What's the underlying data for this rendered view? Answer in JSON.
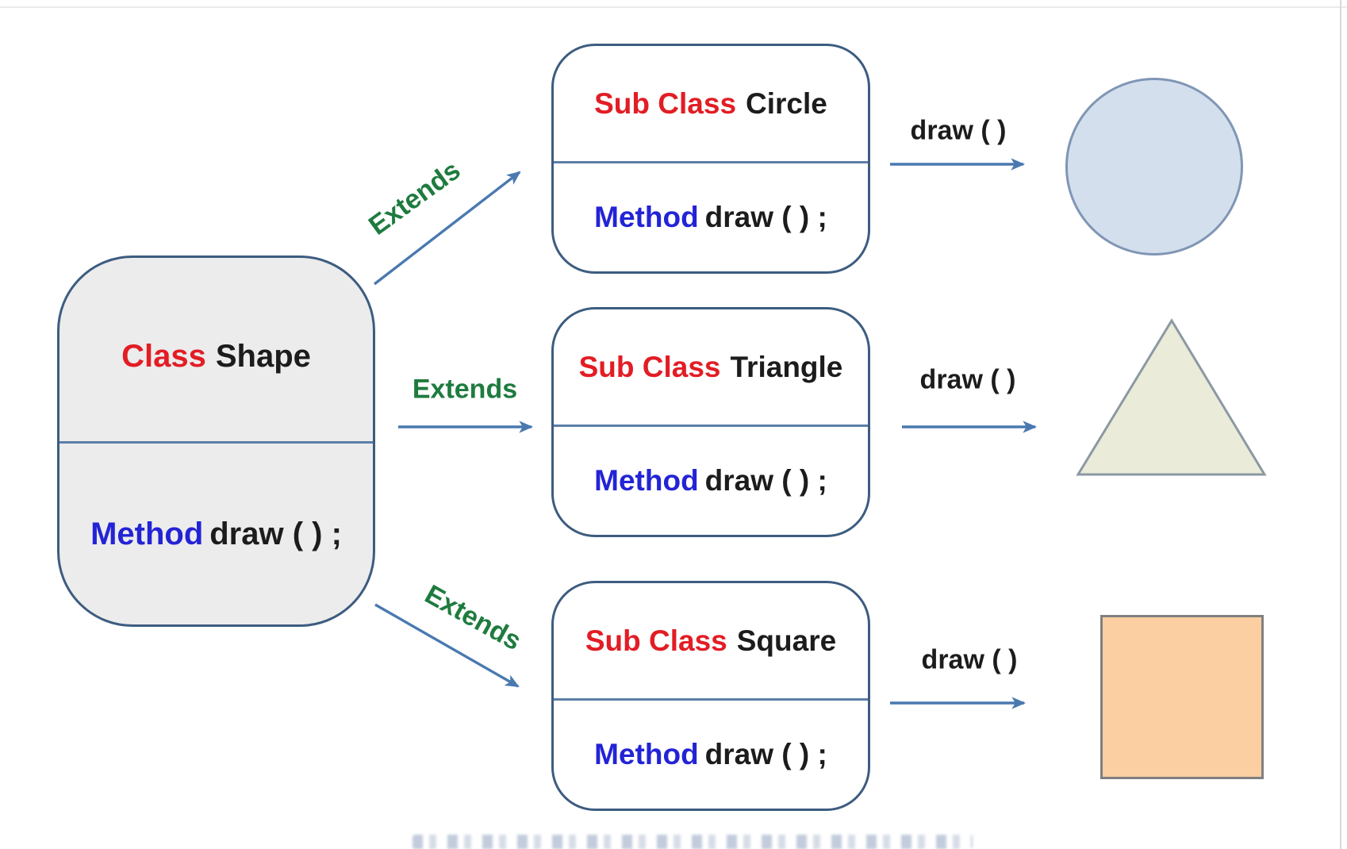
{
  "diagram": {
    "base_class": {
      "keyword": "Class",
      "name": "Shape",
      "method_keyword": "Method",
      "method_signature": "draw ( ) ;"
    },
    "subclasses": [
      {
        "keyword": "Sub Class",
        "name": "Circle",
        "method_keyword": "Method",
        "method_signature": "draw ( ) ;",
        "relation_label": "Extends",
        "output_label": "draw ( )",
        "result_shape": "circle"
      },
      {
        "keyword": "Sub Class",
        "name": "Triangle",
        "method_keyword": "Method",
        "method_signature": "draw ( ) ;",
        "relation_label": "Extends",
        "output_label": "draw ( )",
        "result_shape": "triangle"
      },
      {
        "keyword": "Sub Class",
        "name": "Square",
        "method_keyword": "Method",
        "method_signature": "draw ( ) ;",
        "relation_label": "Extends",
        "output_label": "draw ( )",
        "result_shape": "square"
      }
    ]
  },
  "colors": {
    "box_border": "#3d5c80",
    "box_fill_base": "#ececec",
    "box_fill_sub": "#ffffff",
    "divider": "#5b7fa6",
    "arrow": "#4a79b0",
    "extends_green": "#1e7b3e",
    "keyword_red": "#e21d24",
    "method_blue": "#2323d6",
    "text_black": "#1c1c1c",
    "circle_fill": "#d4dfee",
    "circle_border": "#7f96b4",
    "triangle_fill": "#eaebd8",
    "triangle_border": "#8c99a3",
    "square_fill": "#fbcfa2",
    "square_border": "#808080",
    "frame_line": "#d9d9d9"
  }
}
